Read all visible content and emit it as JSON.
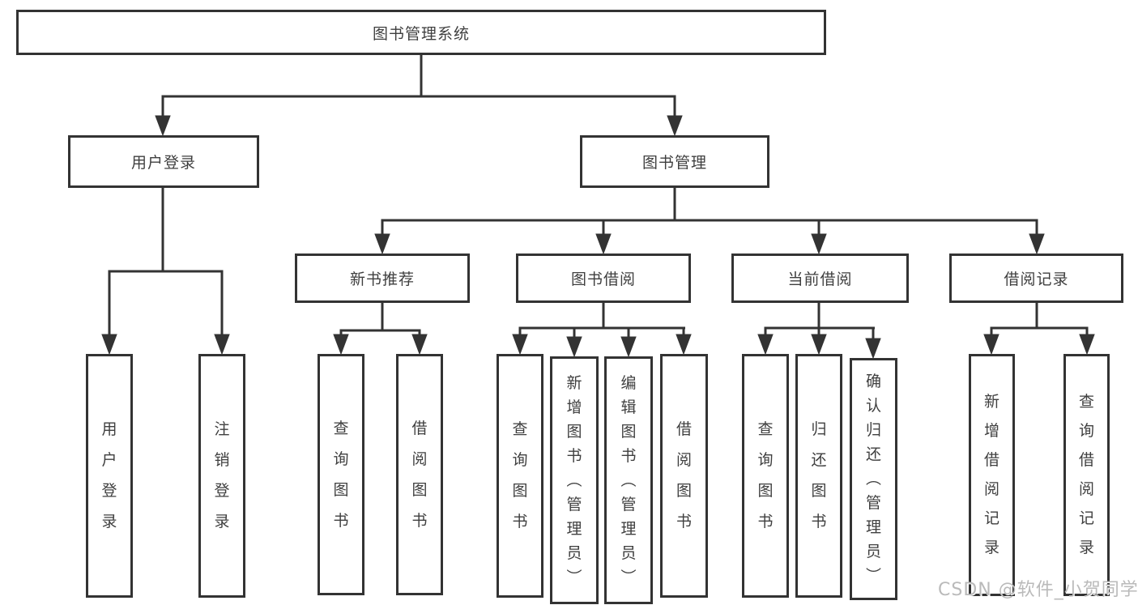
{
  "diagram": {
    "root": {
      "label": "图书管理系统"
    },
    "branches": [
      {
        "label": "用户登录",
        "children": [
          {
            "label": "用户登录"
          },
          {
            "label": "注销登录"
          }
        ]
      },
      {
        "label": "图书管理",
        "children": [
          {
            "label": "新书推荐",
            "children": [
              {
                "label": "查询图书"
              },
              {
                "label": "借阅图书"
              }
            ]
          },
          {
            "label": "图书借阅",
            "children": [
              {
                "label": "查询图书"
              },
              {
                "label": "新增图书（管理员）"
              },
              {
                "label": "编辑图书（管理员）"
              },
              {
                "label": "借阅图书"
              }
            ]
          },
          {
            "label": "当前借阅",
            "children": [
              {
                "label": "查询图书"
              },
              {
                "label": "归还图书"
              },
              {
                "label": "确认归还（管理员）"
              }
            ]
          },
          {
            "label": "借阅记录",
            "children": [
              {
                "label": "新增借阅记录"
              },
              {
                "label": "查询借阅记录"
              }
            ]
          }
        ]
      }
    ]
  },
  "watermark": {
    "text": "CSDN @软件_小贺同学"
  },
  "colors": {
    "line": "#333333",
    "box_border": "#333333",
    "text": "#3f3f3f",
    "watermark": "#bababa",
    "background": "#ffffff"
  }
}
